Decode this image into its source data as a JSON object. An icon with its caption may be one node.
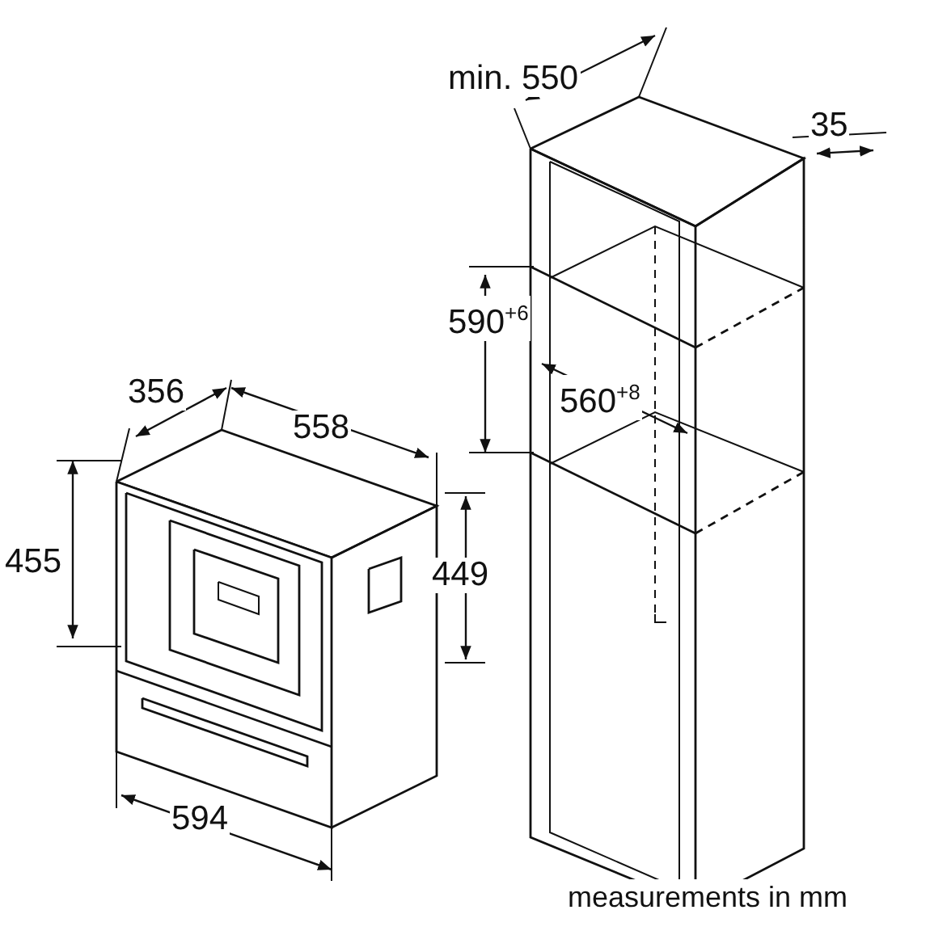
{
  "diagram": {
    "labels": [
      "min. 550",
      "35",
      "590$^{+6}$",
      "560$^{+8}$",
      "356",
      "558",
      "455",
      "449",
      "594",
      "measurements in mm"
    ]
  }
}
